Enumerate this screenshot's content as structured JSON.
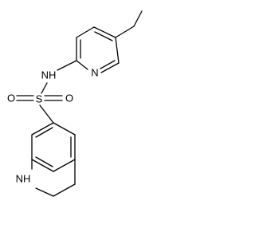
{
  "structure": {
    "atom_labels": {
      "pyridine_n": "N",
      "amide_nh": "NH",
      "sulfur": "S",
      "oxygen_left": "O",
      "oxygen_right": "O",
      "ring_nh": "NH"
    },
    "colors": {
      "bond": "#000000",
      "label": "#000000",
      "background": "#ffffff"
    }
  }
}
